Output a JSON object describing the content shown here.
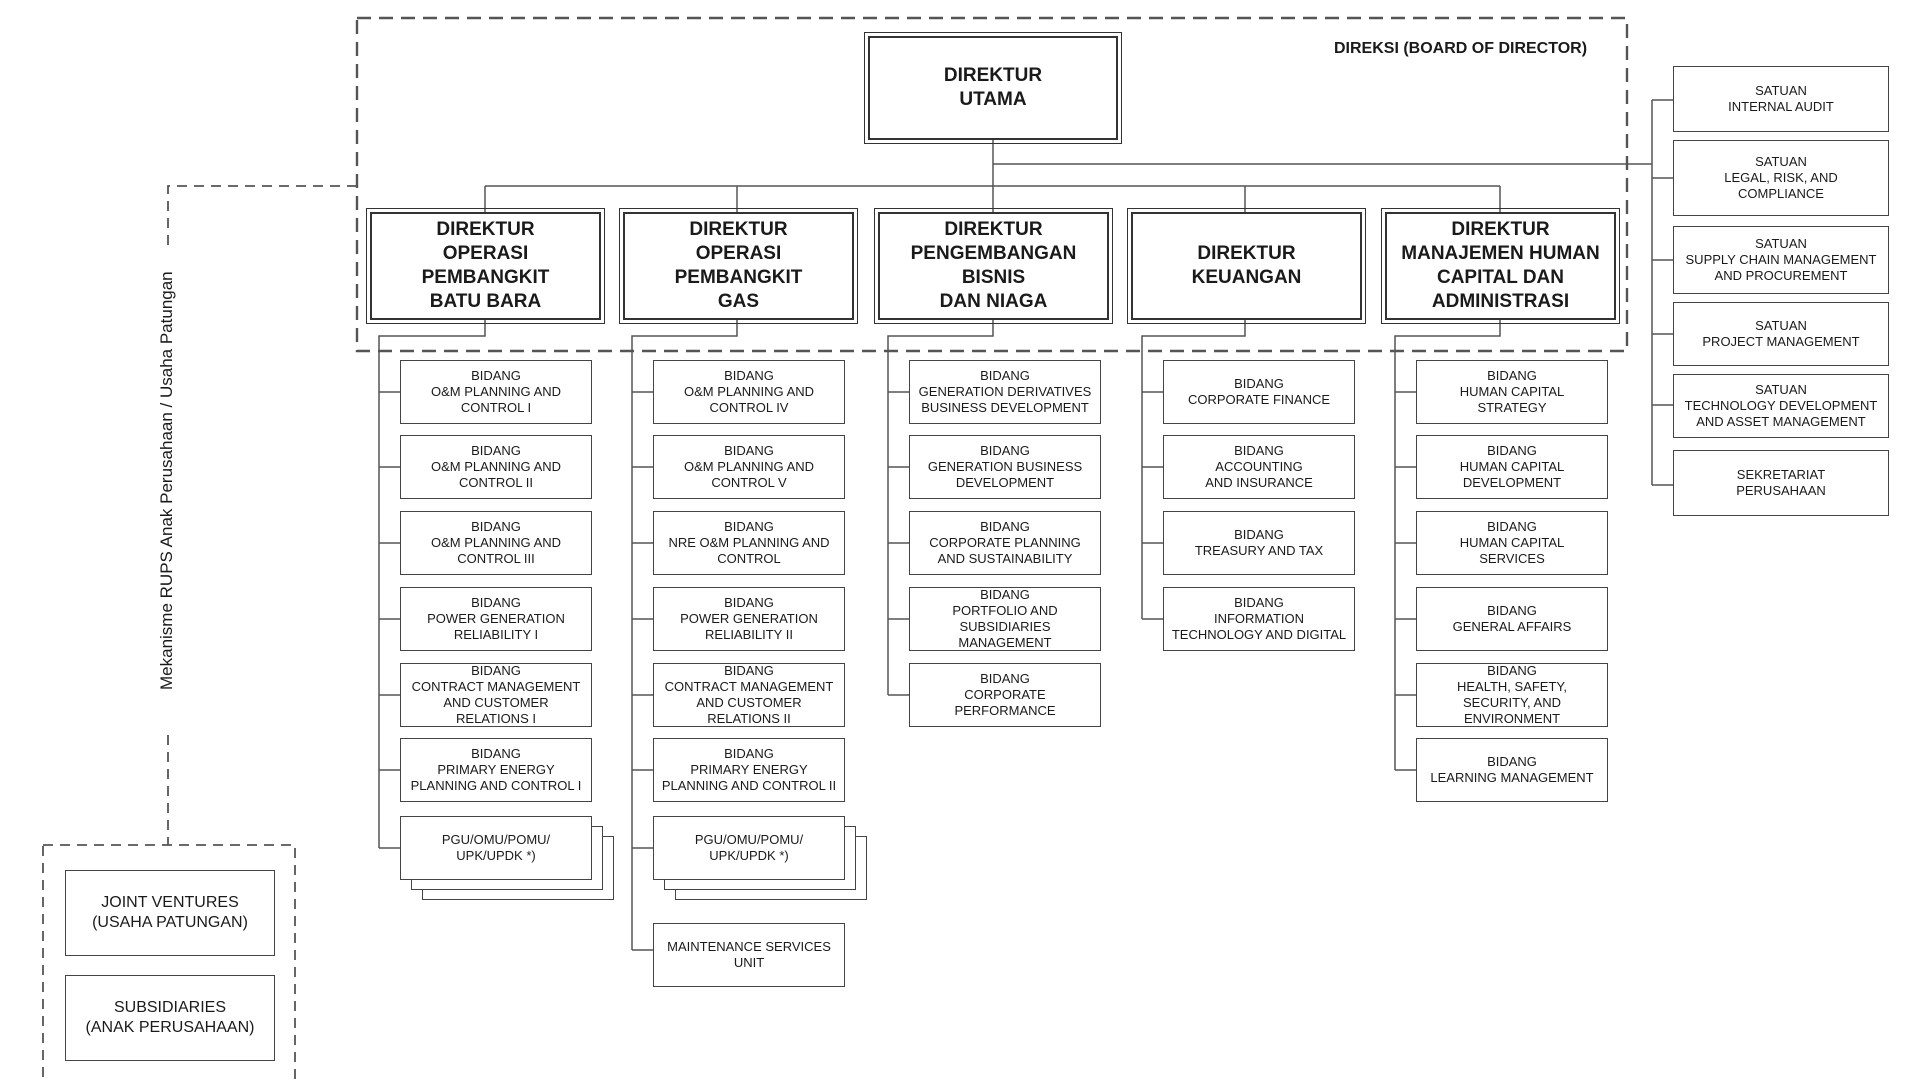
{
  "board_label": "DIREKSI (BOARD OF DIRECTOR)",
  "ceo": "DIREKTUR\nUTAMA",
  "rups_label": "Mekanisme RUPS Anak Perusahaan / Usaha Patungan",
  "directors": [
    {
      "title": "DIREKTUR\nOPERASI\nPEMBANGKIT\nBATU BARA",
      "units": [
        "BIDANG\nO&M PLANNING AND\nCONTROL I",
        "BIDANG\nO&M PLANNING AND\nCONTROL II",
        "BIDANG\nO&M PLANNING AND\nCONTROL III",
        "BIDANG\nPOWER GENERATION\nRELIABILITY I",
        "BIDANG\nCONTRACT MANAGEMENT\nAND CUSTOMER\nRELATIONS I",
        "BIDANG\nPRIMARY ENERGY\nPLANNING AND CONTROL I",
        "PGU/OMU/POMU/\nUPK/UPDK *)"
      ]
    },
    {
      "title": "DIREKTUR\nOPERASI\nPEMBANGKIT\nGAS",
      "units": [
        "BIDANG\nO&M PLANNING AND\nCONTROL IV",
        "BIDANG\nO&M PLANNING AND\nCONTROL V",
        "BIDANG\nNRE O&M PLANNING AND\nCONTROL",
        "BIDANG\nPOWER GENERATION\nRELIABILITY II",
        "BIDANG\nCONTRACT MANAGEMENT\nAND CUSTOMER\nRELATIONS II",
        "BIDANG\nPRIMARY ENERGY\nPLANNING AND CONTROL II",
        "PGU/OMU/POMU/\nUPK/UPDK *)",
        "MAINTENANCE SERVICES\nUNIT"
      ]
    },
    {
      "title": "DIREKTUR\nPENGEMBANGAN\nBISNIS\nDAN NIAGA",
      "units": [
        "BIDANG\nGENERATION DERIVATIVES\nBUSINESS DEVELOPMENT",
        "BIDANG\nGENERATION BUSINESS\nDEVELOPMENT",
        "BIDANG\nCORPORATE PLANNING\nAND SUSTAINABILITY",
        "BIDANG\nPORTFOLIO AND\nSUBSIDIARIES\nMANAGEMENT",
        "BIDANG\nCORPORATE\nPERFORMANCE"
      ]
    },
    {
      "title": "DIREKTUR\nKEUANGAN",
      "units": [
        "BIDANG\nCORPORATE FINANCE",
        "BIDANG\nACCOUNTING\nAND INSURANCE",
        "BIDANG\nTREASURY AND TAX",
        "BIDANG\nINFORMATION\nTECHNOLOGY AND DIGITAL"
      ]
    },
    {
      "title": "DIREKTUR\nMANAJEMEN HUMAN\nCAPITAL DAN\nADMINISTRASI",
      "units": [
        "BIDANG\nHUMAN CAPITAL\nSTRATEGY",
        "BIDANG\nHUMAN CAPITAL\nDEVELOPMENT",
        "BIDANG\nHUMAN CAPITAL\nSERVICES",
        "BIDANG\nGENERAL AFFAIRS",
        "BIDANG\nHEALTH, SAFETY,\nSECURITY, AND\nENVIRONMENT",
        "BIDANG\nLEARNING MANAGEMENT"
      ]
    }
  ],
  "staff_units": [
    "SATUAN\nINTERNAL AUDIT",
    "SATUAN\nLEGAL, RISK, AND\nCOMPLIANCE",
    "SATUAN\nSUPPLY CHAIN MANAGEMENT\nAND PROCUREMENT",
    "SATUAN\nPROJECT MANAGEMENT",
    "SATUAN\nTECHNOLOGY DEVELOPMENT\nAND ASSET MANAGEMENT",
    "SEKRETARIAT\nPERUSAHAAN"
  ],
  "entities": [
    "JOINT VENTURES\n(USAHA PATUNGAN)",
    "SUBSIDIARIES\n(ANAK PERUSAHAAN)"
  ],
  "colors": {
    "line": "#555555",
    "border": "#333333"
  }
}
